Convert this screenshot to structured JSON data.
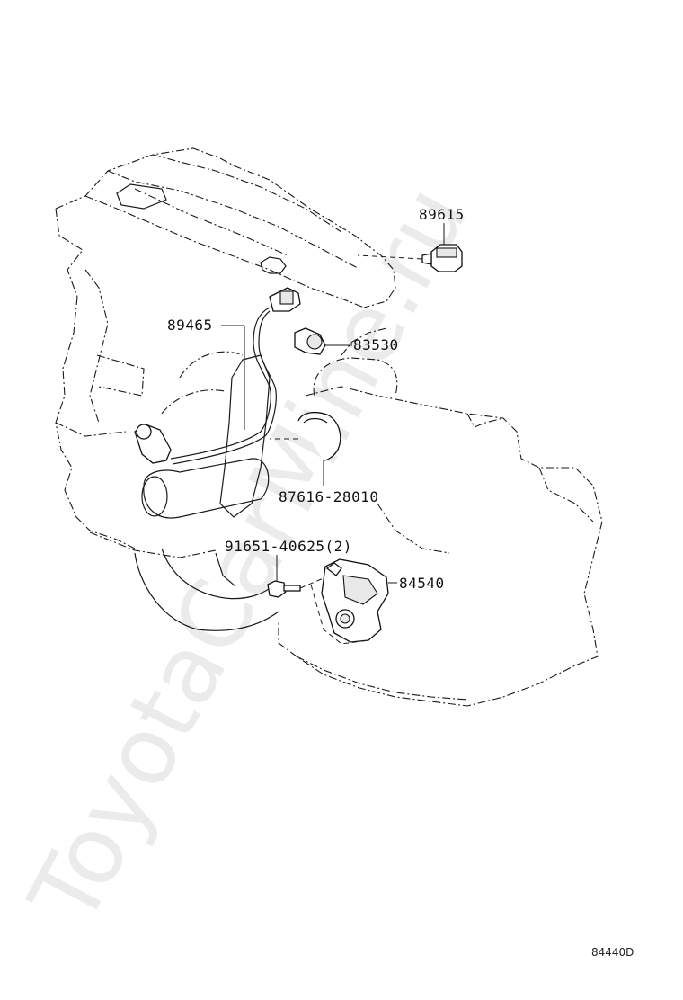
{
  "diagram": {
    "labels": {
      "part_89615": "89615",
      "part_89465": "89465",
      "part_83530": "83530",
      "part_87616": "87616-28010",
      "part_91651": "91651-40625(2)",
      "part_84540": "84540"
    },
    "drawing_id": "84440D",
    "watermark": "ToyotaCarMine.ru"
  },
  "colors": {
    "ink": "#111111",
    "watermark": "#d2d2d2",
    "background": "#ffffff"
  }
}
